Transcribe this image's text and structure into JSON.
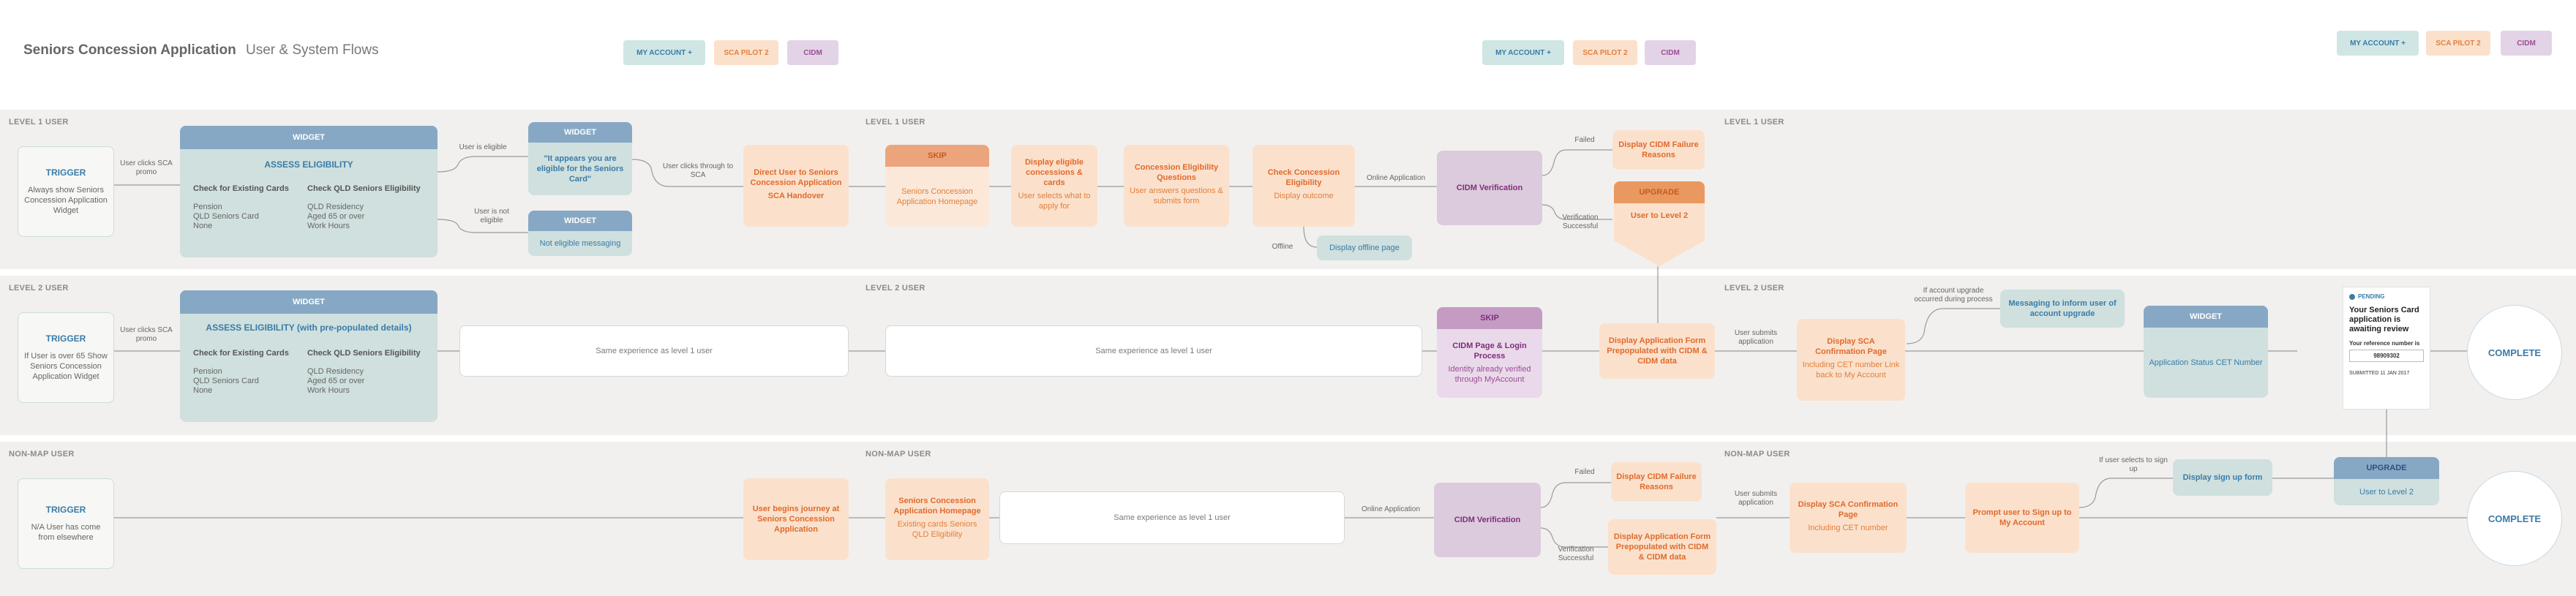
{
  "header": {
    "title": "Seniors Concession Application",
    "subtitle": "User & System Flows"
  },
  "tabs": [
    {
      "account": "MY ACCOUNT +",
      "pilot": "SCA PILOT 2",
      "cidm": "CIDM"
    },
    {
      "account": "MY ACCOUNT +",
      "pilot": "SCA PILOT 2",
      "cidm": "CIDM"
    },
    {
      "account": "MY ACCOUNT +",
      "pilot": "SCA PILOT 2",
      "cidm": "CIDM"
    }
  ],
  "lanes": {
    "level1": "LEVEL 1 USER",
    "level2": "LEVEL 2 USER",
    "nonmap": "NON-MAP USER"
  },
  "row1": {
    "trigger": {
      "title": "TRIGGER",
      "text": "Always show Seniors Concession Application Widget"
    },
    "edge_clicks": "User clicks SCA promo",
    "widget_header": "WIDGET",
    "assess": "ASSESS ELIGIBILITY",
    "col1_head": "Check for Existing Cards",
    "col1_items": [
      "Pension",
      "QLD Seniors Card",
      "None"
    ],
    "col2_head": "Check QLD Seniors Eligibility",
    "col2_items": [
      "QLD Residency",
      "Aged 65 or over",
      "Work Hours"
    ],
    "edge_eligible": "User is eligible",
    "edge_not_eligible": "User is not eligible",
    "eligible_widget": {
      "header": "WIDGET",
      "text": "\"It appears you are eligible for the Seniors Card\""
    },
    "not_eligible_widget": {
      "header": "WIDGET",
      "text": "Not eligible messaging"
    },
    "edge_through": "User clicks through to SCA",
    "direct": {
      "title": "Direct User to Seniors Concession Application",
      "sub": "SCA Handover"
    },
    "skip": {
      "header": "SKIP",
      "text": "Seniors Concession Application Homepage"
    },
    "display_eligible": {
      "title": "Display eligible concessions & cards",
      "sub": "User selects what to apply for"
    },
    "questions": {
      "title": "Concession Eligibility Questions",
      "sub": "User answers questions & submits form"
    },
    "check": {
      "title": "Check Concession Eligibility",
      "sub": "Display outcome"
    },
    "edge_online": "Online Application",
    "edge_offline": "Offline",
    "offline_page": "Display offline page",
    "cidm": "CIDM Verification",
    "edge_failed": "Failed",
    "failure": "Display CIDM Failure Reasons",
    "edge_verified": "Verification Successful",
    "upgrade": {
      "header": "UPGRADE",
      "text": "User to Level 2"
    }
  },
  "row2": {
    "trigger": {
      "title": "TRIGGER",
      "text": "If User is over 65 Show Seniors Concession Application Widget"
    },
    "edge_clicks": "User clicks SCA promo",
    "widget_header": "WIDGET",
    "assess": "ASSESS ELIGIBILITY (with pre-populated details)",
    "col1_head": "Check for Existing Cards",
    "col1_items": [
      "Pension",
      "QLD Seniors Card",
      "None"
    ],
    "col2_head": "Check QLD Seniors Eligibility",
    "col2_items": [
      "QLD Residency",
      "Aged 65 or over",
      "Work Hours"
    ],
    "same1": "Same experience as level 1 user",
    "same2": "Same experience as level 1 user",
    "skip": {
      "header": "SKIP",
      "title": "CIDM Page & Login Process",
      "sub": "Identity already verified through MyAccount"
    },
    "form": "Display Application Form Prepopulated with CIDM & CIDM data",
    "edge_submits": "User submits application",
    "confirm": {
      "title": "Display SCA Confirmation Page",
      "sub": "Including CET number Link back to My Account"
    },
    "edge_upgrade": "If account upgrade occurred during process",
    "messaging": "Messaging to inform user of account upgrade",
    "widget": {
      "header": "WIDGET",
      "text": "Application Status CET Number"
    },
    "card": {
      "status": "PENDING",
      "heading": "Your Seniors Card application is awaiting review",
      "ref_label": "Your reference number is",
      "ref": "98909302",
      "submitted": "SUBMITTED 11 JAN 2017"
    },
    "complete": "COMPLETE"
  },
  "row3": {
    "trigger": {
      "title": "TRIGGER",
      "text": "N/A User has come from elsewhere"
    },
    "begin": "User begins journey at Seniors Concession Application",
    "home": {
      "title": "Seniors Concession Application Homepage",
      "sub": "Existing cards Seniors QLD Eligibility"
    },
    "same": "Same experience as level 1 user",
    "edge_online": "Online Application",
    "cidm": "CIDM Verification",
    "edge_failed": "Failed",
    "failure": "Display CIDM Failure Reasons",
    "edge_verified": "Verification Successful",
    "form": "Display Application Form Prepopulated with CIDM & CIDM data",
    "edge_submits": "User submits application",
    "confirm": {
      "title": "Display SCA Confirmation Page",
      "sub": "Including CET number"
    },
    "prompt": "Prompt user to Sign up to My Account",
    "edge_signup": "If user selects to sign up",
    "signup": "Display sign up form",
    "upgrade": {
      "header": "UPGRADE",
      "text": "User to Level 2"
    },
    "complete": "COMPLETE"
  }
}
